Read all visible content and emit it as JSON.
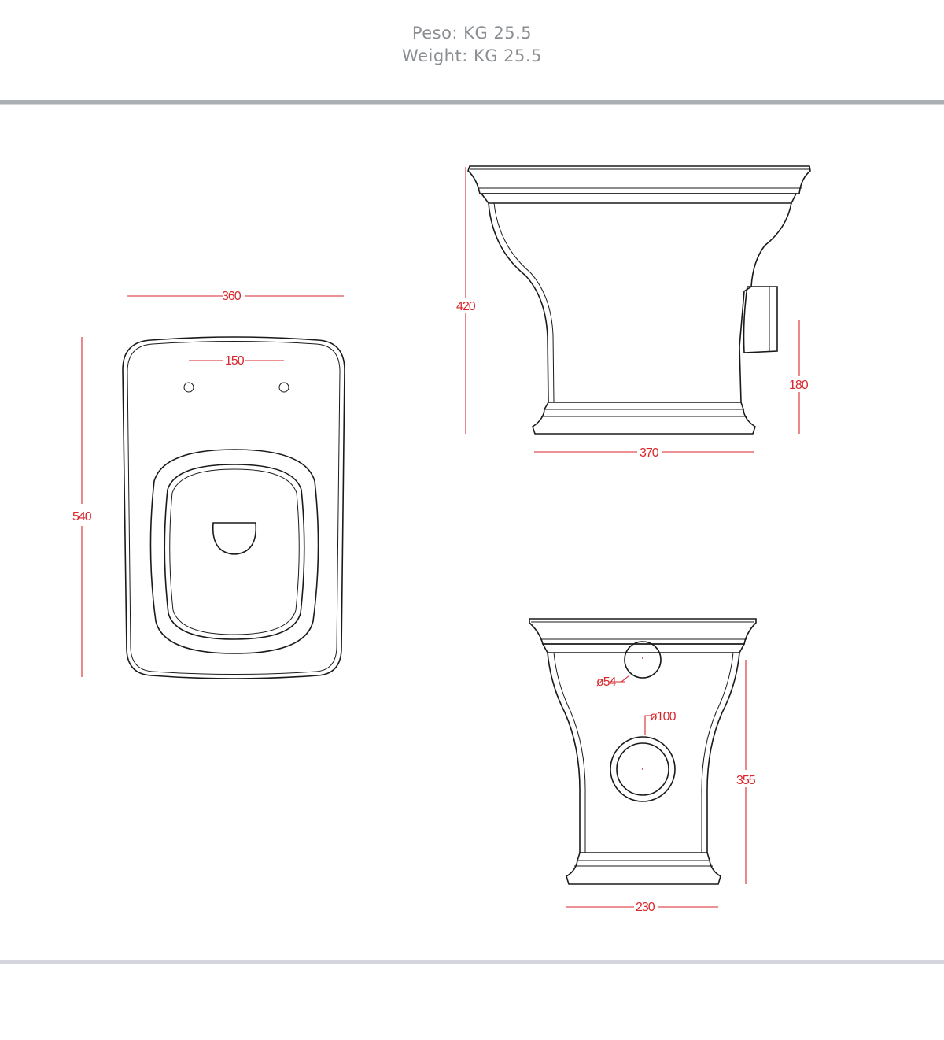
{
  "header": {
    "weight_it": "Peso: KG 25.5",
    "weight_en": "Weight: KG 25.5"
  },
  "colors": {
    "dimension": "#d9262b",
    "outline": "#1a1a1a",
    "header_text": "#8a8d91",
    "rule": "#a9afb3"
  },
  "dimensions": {
    "top_width": "360",
    "top_fixing_holes": "150",
    "top_length": "540",
    "side_height": "420",
    "side_outlet_height": "180",
    "side_depth": "370",
    "back_inlet_diameter": "ø54",
    "back_outlet_diameter": "ø100",
    "back_inlet_height": "355",
    "back_base_width": "230"
  }
}
